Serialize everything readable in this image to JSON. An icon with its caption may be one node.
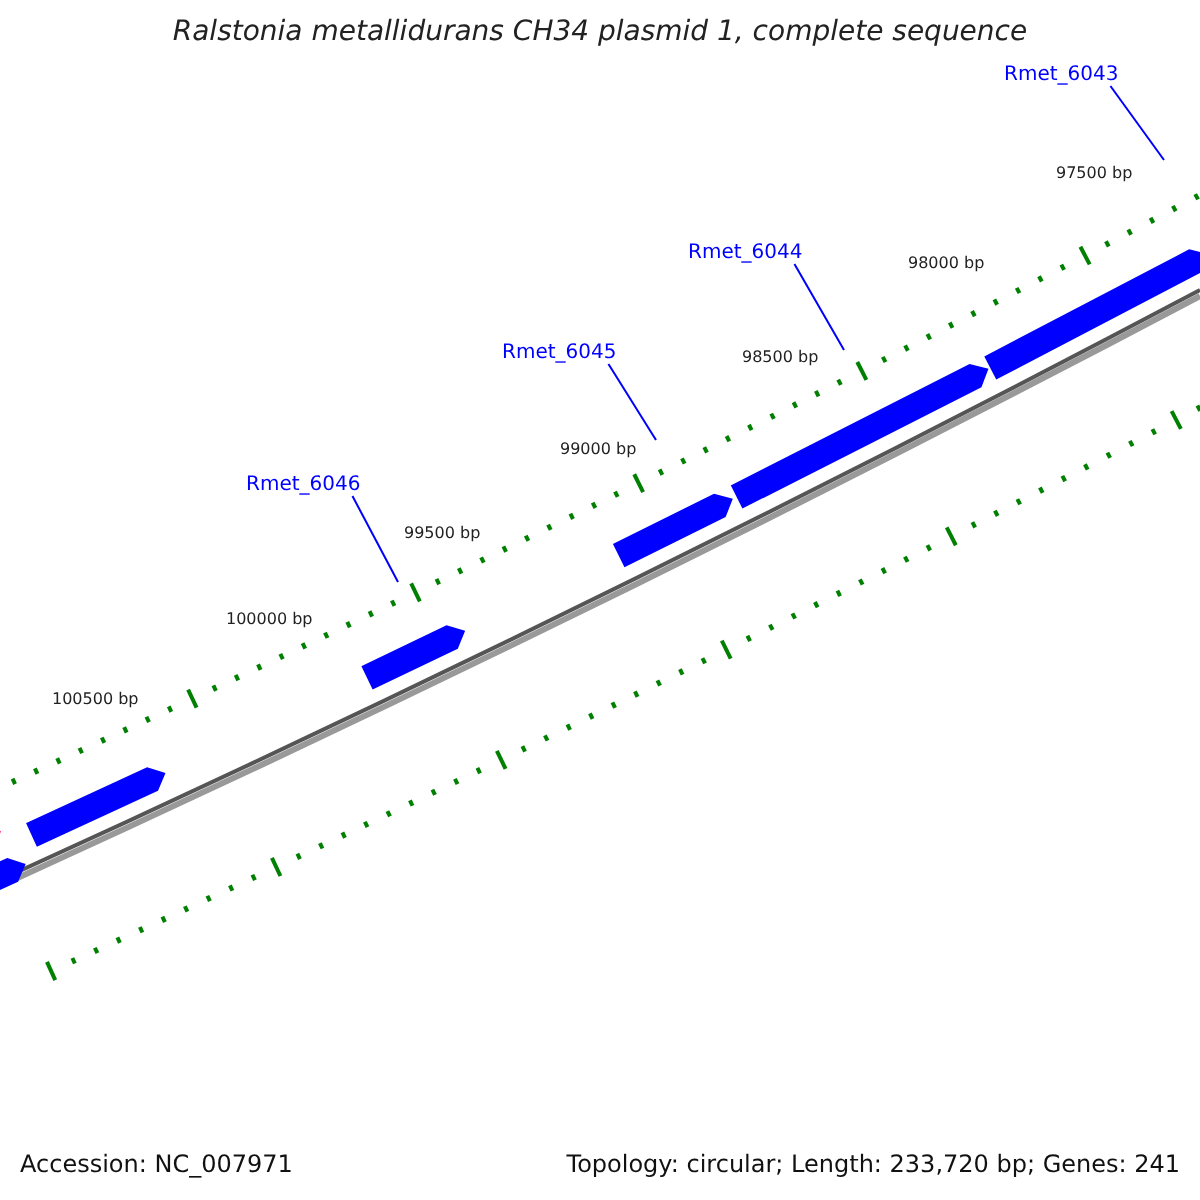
{
  "diagram": {
    "title": "Ralstonia metallidurans CH34 plasmid 1, complete sequence",
    "nodes": [
      {
        "text": [
          "Rmet_6043"
        ]
      },
      {
        "text": [
          "Rmet_6044"
        ]
      },
      {
        "text": [
          "Rmet_6045"
        ]
      },
      {
        "text": [
          "Rmet_6046"
        ]
      }
    ],
    "edges": [
      {
        "from": 0,
        "to": null,
        "arrow": "none"
      },
      {
        "from": 1,
        "to": null,
        "arrow": "none"
      },
      {
        "from": 2,
        "to": null,
        "arrow": "none"
      },
      {
        "from": 3,
        "to": null,
        "arrow": "none"
      }
    ],
    "labels": [
      "97500 bp",
      "98000 bp",
      "98500 bp",
      "99000 bp",
      "99500 bp",
      "100000 bp",
      "100500 bp",
      "Accession: NC_007971",
      "Topology: circular; Length: 233,720 bp; Genes: 241"
    ]
  }
}
